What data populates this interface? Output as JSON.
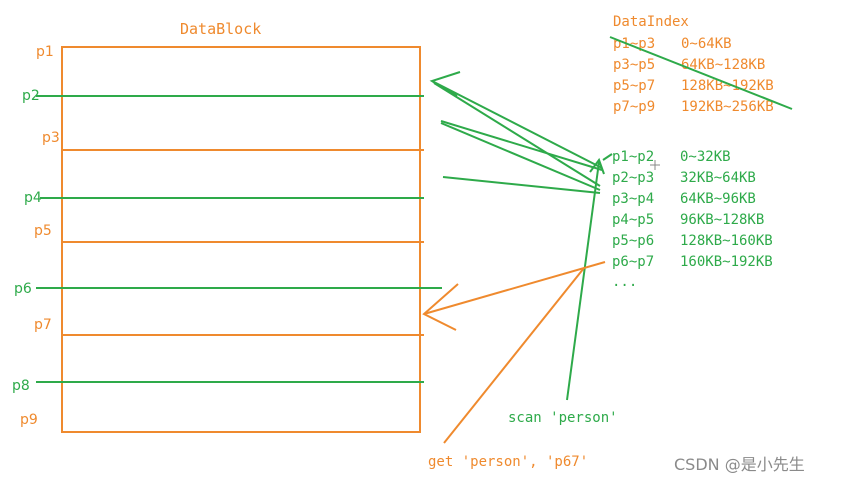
{
  "colors": {
    "orange": "#ef8a2e",
    "green": "#2eaa4a",
    "watermark": "#8a8a8a"
  },
  "block": {
    "title": "DataBlock"
  },
  "page_labels": {
    "p1": "p1",
    "p2": "p2",
    "p3": "p3",
    "p4": "p4",
    "p5": "p5",
    "p6": "p6",
    "p7": "p7",
    "p8": "p8",
    "p9": "p9"
  },
  "data_index": {
    "title": "DataIndex",
    "old_rows": [
      {
        "range": "p1~p3",
        "size": "0~64KB"
      },
      {
        "range": "p3~p5",
        "size": "64KB~128KB"
      },
      {
        "range": "p5~p7",
        "size": "128KB~192KB"
      },
      {
        "range": "p7~p9",
        "size": "192KB~256KB"
      }
    ],
    "new_rows": [
      {
        "range": "p1~p2",
        "size": "0~32KB"
      },
      {
        "range": "p2~p3",
        "size": "32KB~64KB"
      },
      {
        "range": "p3~p4",
        "size": "64KB~96KB"
      },
      {
        "range": "p4~p5",
        "size": "96KB~128KB"
      },
      {
        "range": "p5~p6",
        "size": "128KB~160KB"
      },
      {
        "range": "p6~p7",
        "size": "160KB~192KB"
      }
    ],
    "ellipsis": "..."
  },
  "annotations": {
    "scan": "scan 'person'",
    "get": "get 'person', 'p67'"
  },
  "watermark": "CSDN @是小先生"
}
